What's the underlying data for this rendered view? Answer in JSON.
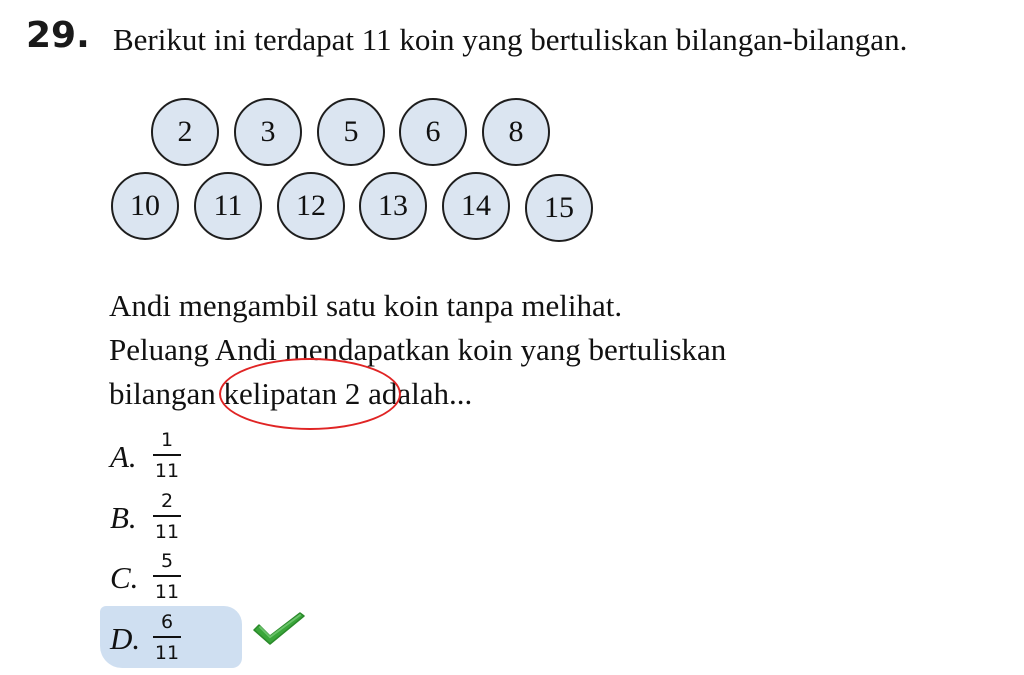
{
  "question": {
    "number": "29.",
    "intro": "Berikut ini terdapat 11 koin yang bertuliskan bilangan-bilangan."
  },
  "coins": [
    "2",
    "3",
    "5",
    "6",
    "8",
    "10",
    "11",
    "12",
    "13",
    "14",
    "15"
  ],
  "body": {
    "line1": "Andi mengambil satu koin tanpa melihat.",
    "line2": "Peluang Andi mendapatkan koin yang bertuliskan",
    "line3_start": "bilangan ",
    "line3_circled": "kelipatan 2",
    "line3_end": " adalah..."
  },
  "options": [
    {
      "letter": "A.",
      "numerator": "1",
      "denominator": "11"
    },
    {
      "letter": "B.",
      "numerator": "2",
      "denominator": "11"
    },
    {
      "letter": "C.",
      "numerator": "5",
      "denominator": "11"
    },
    {
      "letter": "D.",
      "numerator": "6",
      "denominator": "11"
    }
  ],
  "answer": {
    "selected": "D.",
    "highlight_color": "#c7d9ee",
    "check_color": "#3aa63a"
  },
  "colors": {
    "coin_fill": "#dbe5f1",
    "circle_mark": "#e02424"
  }
}
